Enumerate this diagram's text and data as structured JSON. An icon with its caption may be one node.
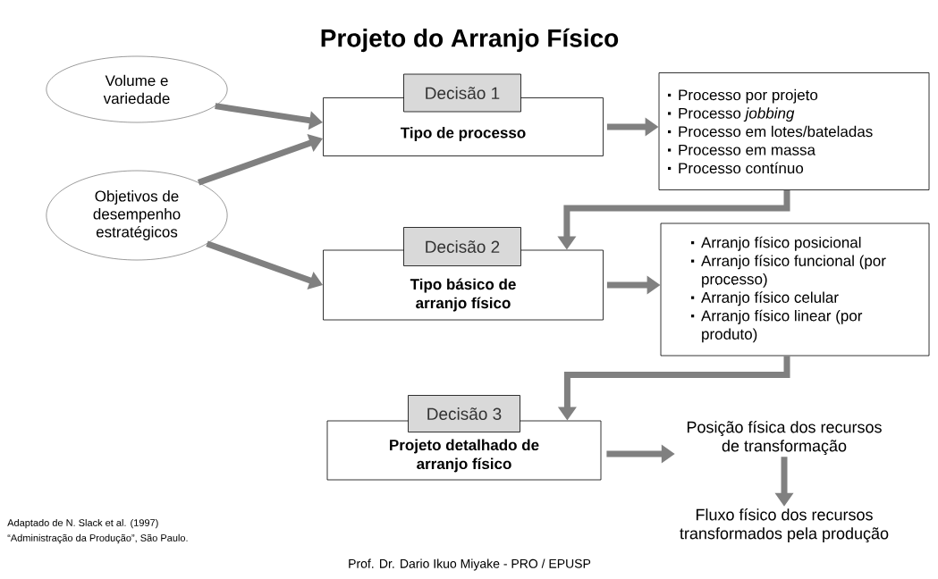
{
  "diagram": {
    "title": "Projeto do Arranjo Físico",
    "nodes": [
      {
        "text": [
          "Volume e variedade"
        ]
      },
      {
        "text": [
          "Objetivos de desempenho estratégicos"
        ]
      },
      {
        "text": [
          "Decisão 1",
          "Tipo de processo"
        ]
      },
      {
        "text": [
          "Processo por projeto",
          "Processo *jobbing*",
          "Processo em lotes/bateladas",
          "Processo em massa",
          "Processo contínuo"
        ]
      },
      {
        "text": [
          "Decisão 2",
          "Tipo básico de arranjo físico"
        ]
      },
      {
        "text": [
          "Arranjo físico posicional",
          "Arranjo físico funcional (por processo)",
          "Arranjo físico celular",
          "Arranjo físico linear (por produto)"
        ]
      },
      {
        "text": [
          "Decisão 3",
          "Projeto detalhado de arranjo físico"
        ]
      },
      {
        "text": [
          "Posição física dos recursos de transformação"
        ]
      },
      {
        "text": [
          "Fluxo físico dos recursos transformados pela produção"
        ]
      }
    ],
    "edges": [
      {
        "from": 0,
        "to": 2,
        "arrow": "to"
      },
      {
        "from": 1,
        "to": 2,
        "arrow": "to"
      },
      {
        "from": 1,
        "to": 4,
        "arrow": "to"
      },
      {
        "from": 2,
        "to": 3,
        "arrow": "to"
      },
      {
        "from": 3,
        "to": 4,
        "arrow": "to"
      },
      {
        "from": 4,
        "to": 5,
        "arrow": "to"
      },
      {
        "from": 5,
        "to": 6,
        "arrow": "to"
      },
      {
        "from": 6,
        "to": 7,
        "arrow": "to"
      },
      {
        "from": 7,
        "to": 8,
        "arrow": "to"
      }
    ],
    "labels": [
      "Adaptado de N. Slack et al. (1997)",
      "“Administração da Produção”, São Paulo.",
      "Prof. Dr. Dario Ikuo Miyake - PRO / EPUSP"
    ]
  }
}
